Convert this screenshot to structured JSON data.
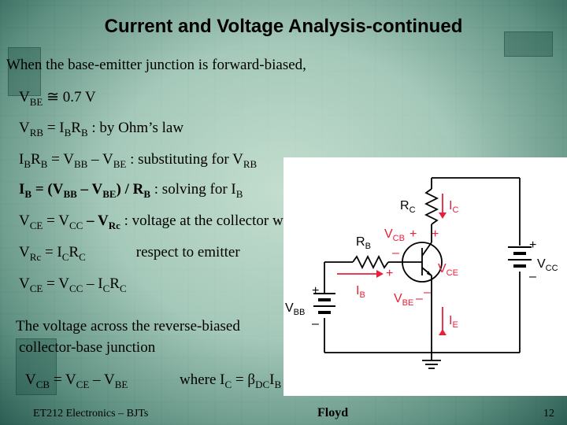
{
  "slide": {
    "title": "Current and Voltage Analysis-continued",
    "intro": "When the base-emitter junction is forward-biased,",
    "eq1": {
      "v": "V",
      "sub": "BE",
      "rest": " ≅ 0.7 V"
    },
    "eq2": {
      "a": "V",
      "a_sub": "RB",
      "b": " = I",
      "b_sub": "B",
      "c": "R",
      "c_sub": "B",
      "rest": " : by Ohm’s law"
    },
    "eq3": {
      "a": "I",
      "a_sub": "B",
      "b": "R",
      "b_sub": "B",
      "c": " = V",
      "c_sub": "BB",
      "d": " – V",
      "d_sub": "BE",
      "rest": " : substituting  for V",
      "rest_sub": "RB"
    },
    "eq4": {
      "a": "I",
      "a_sub": "B",
      "b": " = (V",
      "b_sub": "BB",
      "c": " – V",
      "c_sub": "BE",
      "d": ") / R",
      "d_sub": "B",
      "rest": " : solving for I",
      "rest_sub": "B"
    },
    "eq5": {
      "a": "V",
      "a_sub": "CE",
      "b": " = V",
      "b_sub": "CC",
      "c": " – V",
      "c_sub": "Rc",
      "rest": " : voltage at the collector with"
    },
    "eq6": {
      "a": "V",
      "a_sub": "Rc",
      "b": " = I",
      "b_sub": "C",
      "c": "R",
      "c_sub": "C",
      "rest": "respect to emitter"
    },
    "eq7": {
      "a": "V",
      "a_sub": "CE",
      "b": " = V",
      "b_sub": "CC",
      "c": " – I",
      "c_sub": "C",
      "d": "R",
      "d_sub": "C"
    },
    "para1": "The voltage across the reverse-biased",
    "para2": "collector-base junction",
    "eq8": {
      "a": "V",
      "a_sub": "CB",
      "b": " = V",
      "b_sub": "CE",
      "c": " – V",
      "c_sub": "BE"
    },
    "eq9": {
      "a": "where I",
      "a_sub": "C",
      "b": " = β",
      "b_sub": "DC",
      "c": "I",
      "c_sub": "B"
    }
  },
  "circuit": {
    "rc": "R",
    "rc_sub": "C",
    "ic": "I",
    "ic_sub": "C",
    "rb": "R",
    "rb_sub": "B",
    "vcb": "V",
    "vcb_sub": "CB",
    "vce": "V",
    "vce_sub": "CE",
    "ib": "I",
    "ib_sub": "B",
    "vbe": "V",
    "vbe_sub": "BE",
    "vbb": "V",
    "vbb_sub": "BB",
    "ie": "I",
    "ie_sub": "E",
    "vcc": "V",
    "vcc_sub": "CC",
    "plus": "+",
    "minus": "–"
  },
  "footer": {
    "course": "ET212 Electronics – BJTs",
    "author": "Floyd",
    "page": "12"
  },
  "colors": {
    "accent_red": "#e8203a",
    "wire": "#000000"
  }
}
